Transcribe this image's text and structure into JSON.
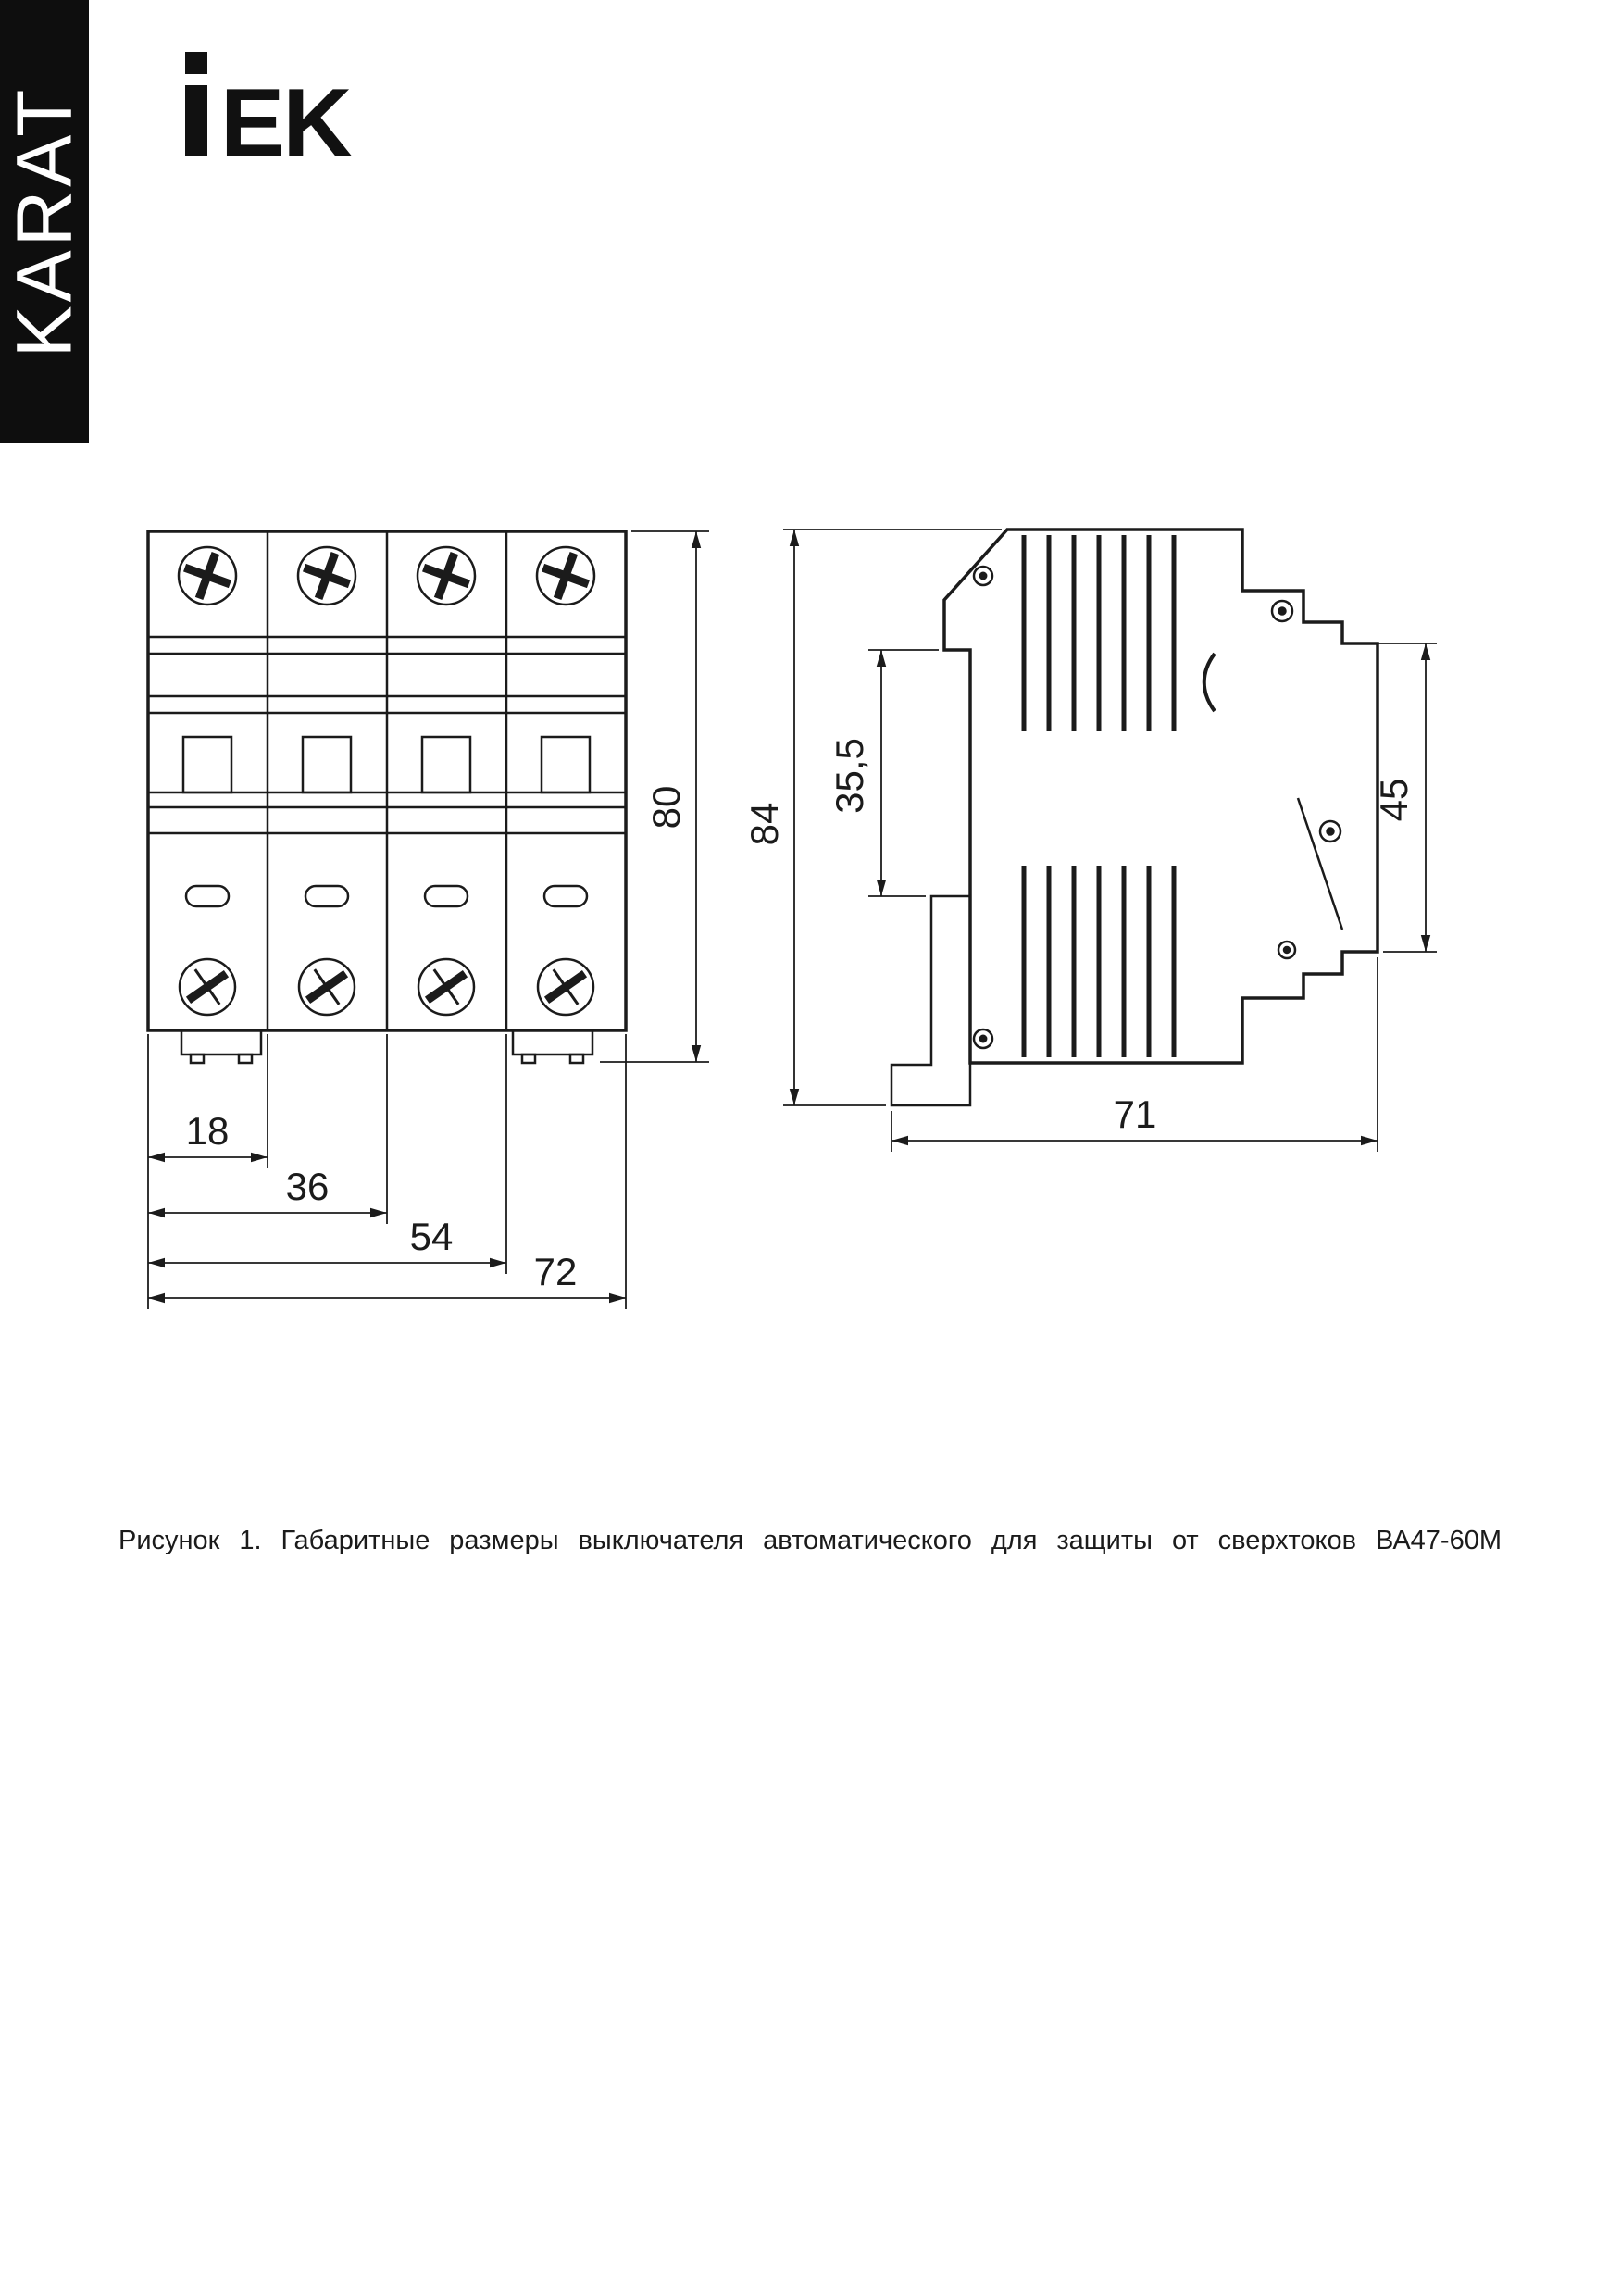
{
  "page": {
    "background": "#ffffff",
    "ink": "#1b1b1b"
  },
  "banner": {
    "brand": "KARAT",
    "background": "#0e0e0e",
    "text_color": "#ffffff"
  },
  "header": {
    "logo": {
      "letter_i": "I",
      "letters_ek": "EK"
    }
  },
  "figure": {
    "caption": "Рисунок 1. Габаритные размеры выключателя автоматического для защиты от сверхтоков ВА47-60М",
    "front_view": {
      "dim_height": "80",
      "dim_w1": "18",
      "dim_w2": "36",
      "dim_w3": "54",
      "dim_w4": "72"
    },
    "side_view": {
      "dim_height": "84",
      "dim_din_recess": "35,5",
      "dim_right": "45",
      "dim_depth": "71"
    }
  }
}
